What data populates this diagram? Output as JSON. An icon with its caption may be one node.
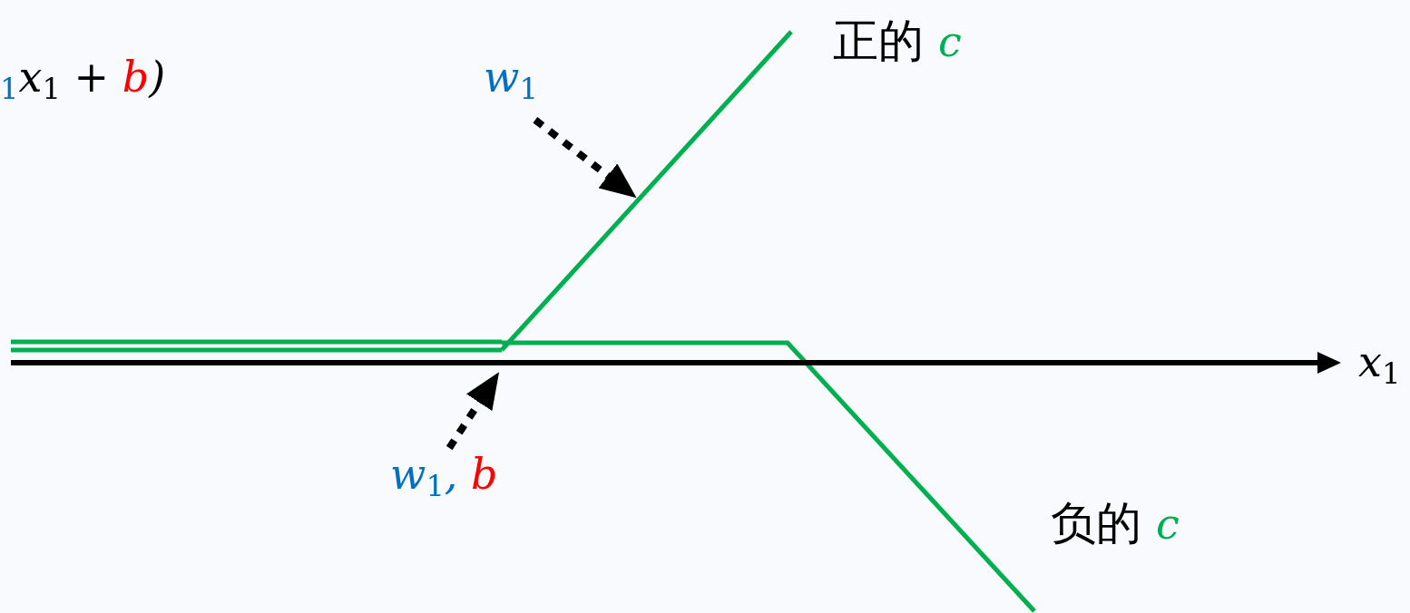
{
  "diagram": {
    "nodes": [
      {
        "text": [
          "w$_{1}$"
        ]
      },
      {
        "text": [
          "w$_{1}$, *b*"
        ]
      }
    ],
    "edges": [
      {
        "from": 0,
        "to": null,
        "arrow": "to",
        "style": "dashed"
      },
      {
        "from": 1,
        "to": null,
        "arrow": "to",
        "style": "dashed"
      }
    ],
    "labels": [
      "$_{1}$x$_{1}$ + *b*)",
      "正的 *c*",
      "x$_{1}$",
      "负的 *c*"
    ]
  }
}
